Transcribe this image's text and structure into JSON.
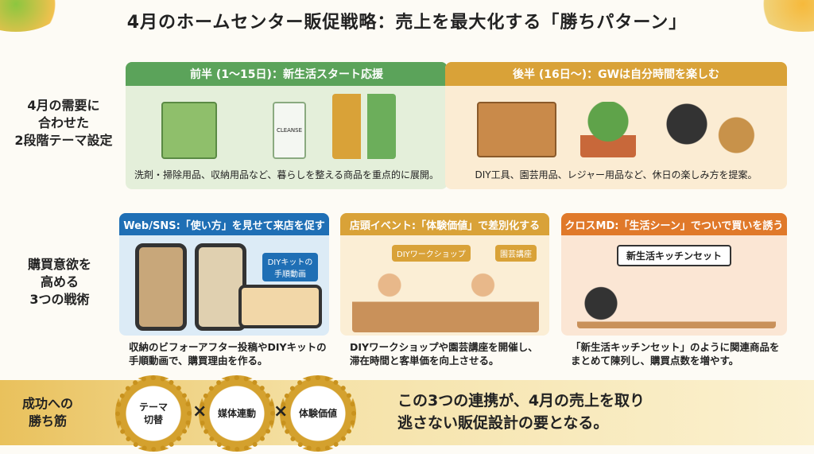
{
  "title": "4月のホームセンター販促戦略：売上を最大化する「勝ちパターン」",
  "row1": {
    "label": [
      "4月の需要に",
      "合わせた",
      "2段階テーマ設定"
    ],
    "first_half": {
      "header": "前半 (1〜15日)：新生活スタート応援",
      "caption": "洗剤・掃除用品、収納用品など、暮らしを整える商品を重点的に展開。",
      "bottle_label": "CLEANSE"
    },
    "second_half": {
      "header": "後半 (16日〜)：GWは自分時間を楽しむ",
      "caption": "DIY工具、園芸用品、レジャー用品など、休日の楽しみ方を提案。"
    }
  },
  "row2": {
    "label": [
      "購買意欲を",
      "高める",
      "3つの戦術"
    ],
    "cards": [
      {
        "header": "Web/SNS:「使い方」を見せて来店を促す",
        "bubble": "DIYキットの手順動画",
        "text": [
          "収納のビフォーアフター投稿やDIYキットの",
          "手順動画で、購買理由を作る。"
        ],
        "color": "#1f6fb5"
      },
      {
        "header": "店頭イベント:「体験価値」で差別化する",
        "bubbles": [
          "DIYワークショップ",
          "園芸講座"
        ],
        "text": [
          "DIYワークショップや園芸講座を開催し、",
          "滞在時間と客単価を向上させる。"
        ],
        "color": "#d9a238"
      },
      {
        "header": "クロスMD:「生活シーン」でついで買いを誘う",
        "sign": "新生活キッチンセット",
        "text": [
          "「新生活キッチンセット」のように関連商品を",
          "まとめて陳列し、購買点数を増やす。"
        ],
        "color": "#e0792a"
      }
    ]
  },
  "bottom": {
    "label": [
      "成功への",
      "勝ち筋"
    ],
    "gears": [
      "テーマ\n切替",
      "媒体連動",
      "体験価値"
    ],
    "times": "×",
    "message": [
      "この3つの連携が、4月の売上を取り",
      "逃さない販促設計の要となる。"
    ]
  }
}
